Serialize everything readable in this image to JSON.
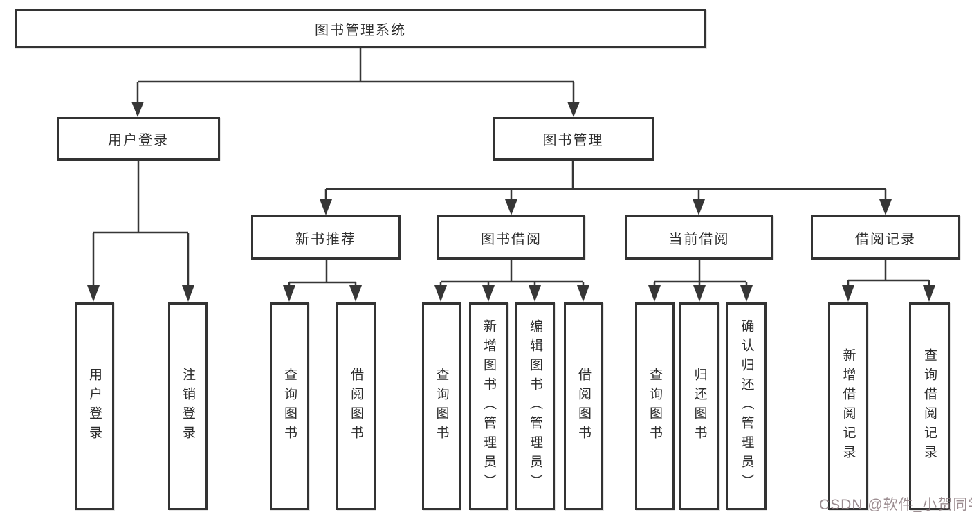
{
  "diagram": {
    "root": {
      "label": "图书管理系统"
    },
    "branches": [
      {
        "label": "用户登录",
        "children": [
          {
            "label": "用户登录"
          },
          {
            "label": "注销登录"
          }
        ]
      },
      {
        "label": "图书管理",
        "children": [
          {
            "label": "新书推荐",
            "children": [
              {
                "label": "查询图书"
              },
              {
                "label": "借阅图书"
              }
            ]
          },
          {
            "label": "图书借阅",
            "children": [
              {
                "label": "查询图书"
              },
              {
                "label": "新增图书（管理员）"
              },
              {
                "label": "编辑图书（管理员）"
              },
              {
                "label": "借阅图书"
              }
            ]
          },
          {
            "label": "当前借阅",
            "children": [
              {
                "label": "查询图书"
              },
              {
                "label": "归还图书"
              },
              {
                "label": "确认归还（管理员）"
              }
            ]
          },
          {
            "label": "借阅记录",
            "children": [
              {
                "label": "新增借阅记录"
              },
              {
                "label": "查询借阅记录"
              }
            ]
          }
        ]
      }
    ],
    "colors": {
      "box_border": "#333333",
      "line": "#363636",
      "text": "#2d2d2d",
      "watermark": "#8a787d",
      "background": "#ffffff"
    },
    "watermark": {
      "text": "CSDN @软件_小贺同学"
    }
  }
}
